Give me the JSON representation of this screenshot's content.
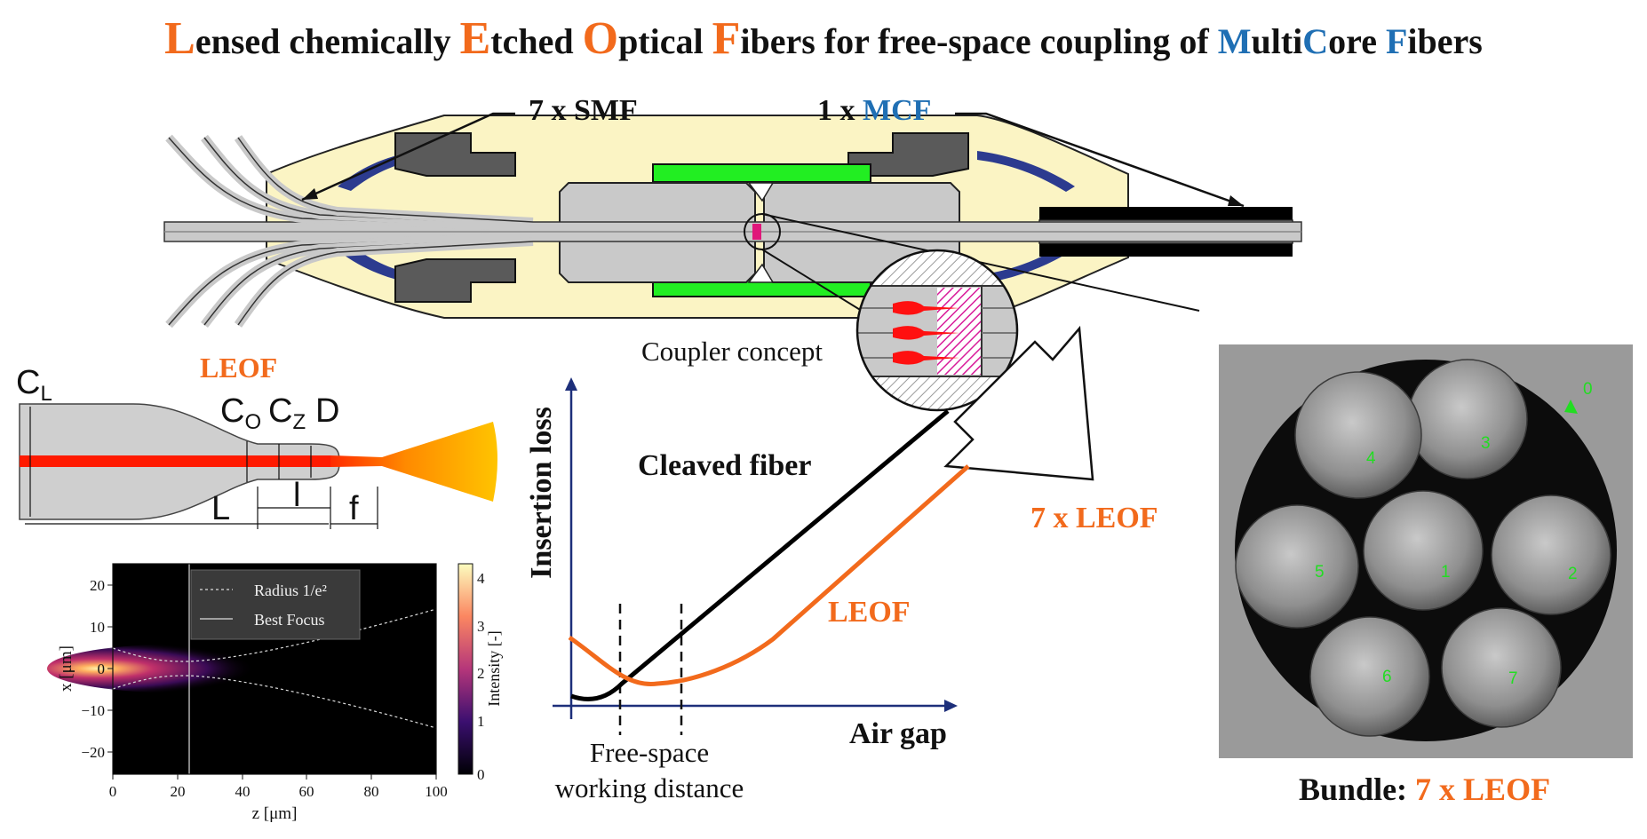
{
  "title": {
    "parts": [
      {
        "cap": "L",
        "rest": "ensed chemically "
      },
      {
        "cap": "E",
        "rest": "tched "
      },
      {
        "cap": "O",
        "rest": "ptical "
      },
      {
        "cap": "F",
        "rest": "ibers for free-space coupling of "
      },
      {
        "capb": "M",
        "rest": "ulti"
      },
      {
        "capb": "C",
        "rest": "ore "
      },
      {
        "capb": "F",
        "rest": "ibers"
      }
    ]
  },
  "coupler": {
    "smf_label": "7 x SMF",
    "mcf_prefix": "1 x ",
    "mcf_label": "MCF",
    "caption": "Coupler concept"
  },
  "leof_profile": {
    "title": "LEOF",
    "cl": "C",
    "cl_sub": "L",
    "co": "C",
    "co_sub": "O",
    "cz": "C",
    "cz_sub": "Z",
    "d": "D",
    "l_upper": "L",
    "l_lower": "l",
    "f": "f"
  },
  "intensity_plot": {
    "legend": [
      "Radius 1/e²",
      "Best Focus"
    ],
    "xlabel": "z [μm]",
    "ylabel": "x [μm]",
    "colorbar_label": "Intensity [-]",
    "xticks": [
      "0",
      "20",
      "40",
      "60",
      "80",
      "100"
    ],
    "yticks": [
      "20",
      "10",
      "0",
      "−10",
      "−20"
    ],
    "cbticks": [
      "4",
      "3",
      "2",
      "1",
      "0"
    ]
  },
  "loss_plot": {
    "ylabel": "Insertion loss",
    "xlabel": "Air gap",
    "curve_cleaved": "Cleaved fiber",
    "curve_leof": "LEOF",
    "annotation_line1": "Free-space",
    "annotation_line2": "working distance"
  },
  "zoom": {
    "label": "7 x LEOF"
  },
  "bundle": {
    "caption_prefix": "Bundle: ",
    "caption_value": "7 x LEOF",
    "core_labels": [
      "0",
      "1",
      "2",
      "3",
      "4",
      "5",
      "6",
      "7"
    ]
  },
  "colors": {
    "orange": "#f26a1c",
    "blue": "#1f6fb4",
    "housing": "#fbf4c4",
    "clamp": "#5a5a5a",
    "green": "#22ee22",
    "pink": "#e0177a"
  }
}
